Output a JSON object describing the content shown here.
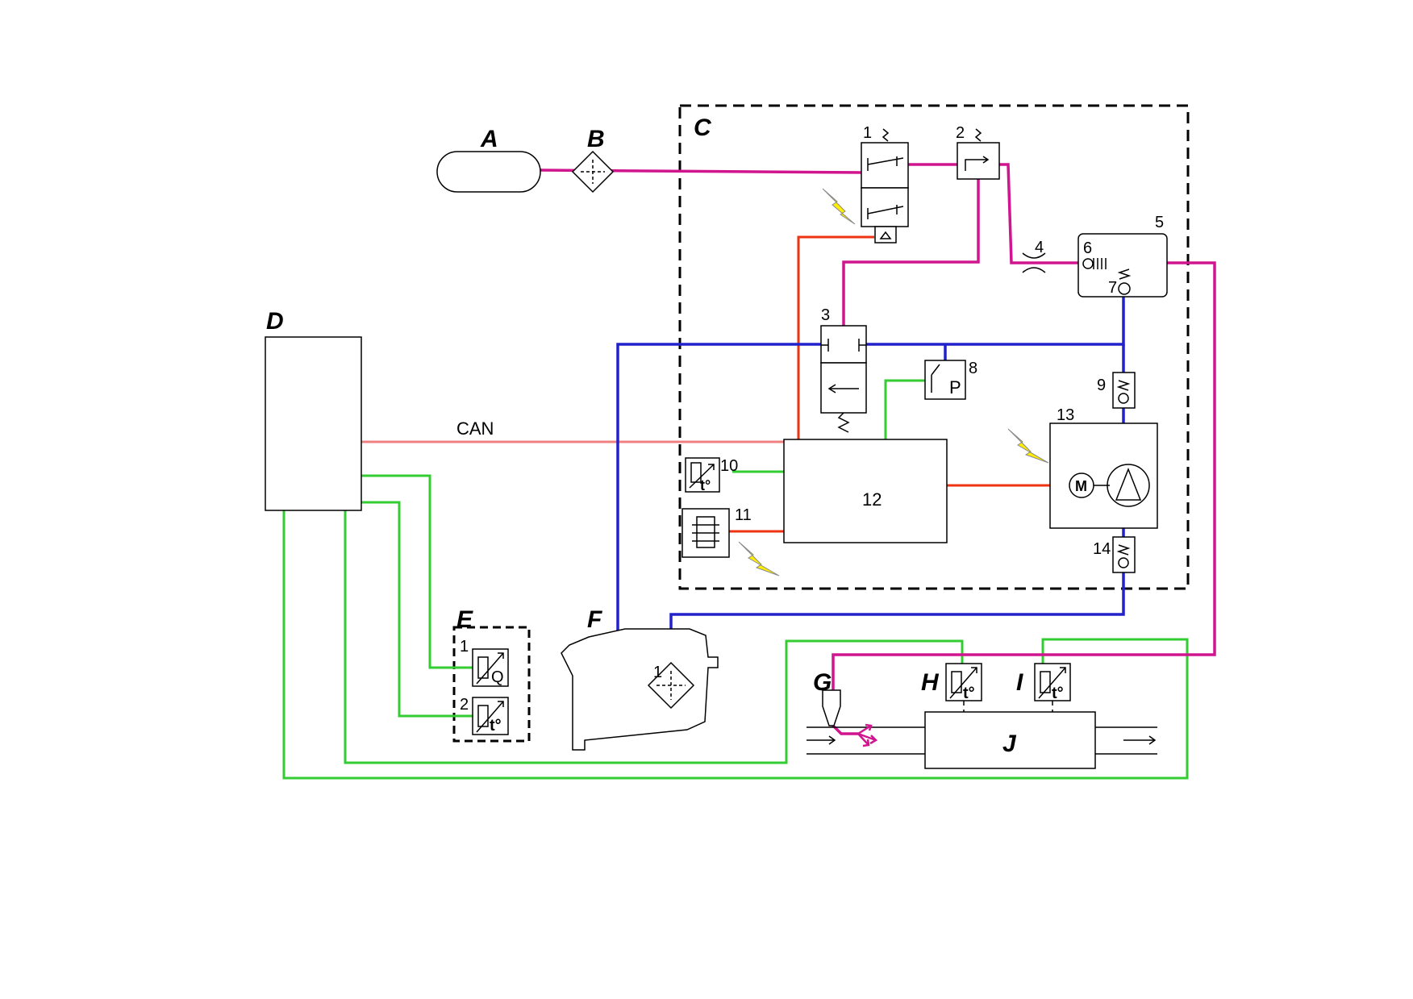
{
  "labels": {
    "A": "A",
    "B": "B",
    "C": "C",
    "D": "D",
    "E": "E",
    "F": "F",
    "G": "G",
    "H": "H",
    "I": "I",
    "J": "J"
  },
  "numbers": {
    "c1": "1",
    "c2": "2",
    "c3": "3",
    "c4": "4",
    "c5": "5",
    "c6": "6",
    "c7": "7",
    "c8": "8",
    "c9": "9",
    "c10": "10",
    "c11": "11",
    "c12": "12",
    "c13": "13",
    "c14": "14",
    "e1": "1",
    "e2": "2",
    "f1": "1"
  },
  "texts": {
    "can": "CAN",
    "pressure": "P",
    "motor": "M",
    "flow": "Q",
    "temp": "t°"
  },
  "colors": {
    "air": "#d0158f",
    "urea": "#2222cc",
    "signal": "#33cc33",
    "power": "#ee3311",
    "can": "#f08080",
    "electric": "#ffee00"
  },
  "icons": [
    "lightning-icon",
    "tank-icon",
    "filter-icon",
    "valve-icon",
    "pump-icon",
    "sensor-icon",
    "heater-icon"
  ]
}
